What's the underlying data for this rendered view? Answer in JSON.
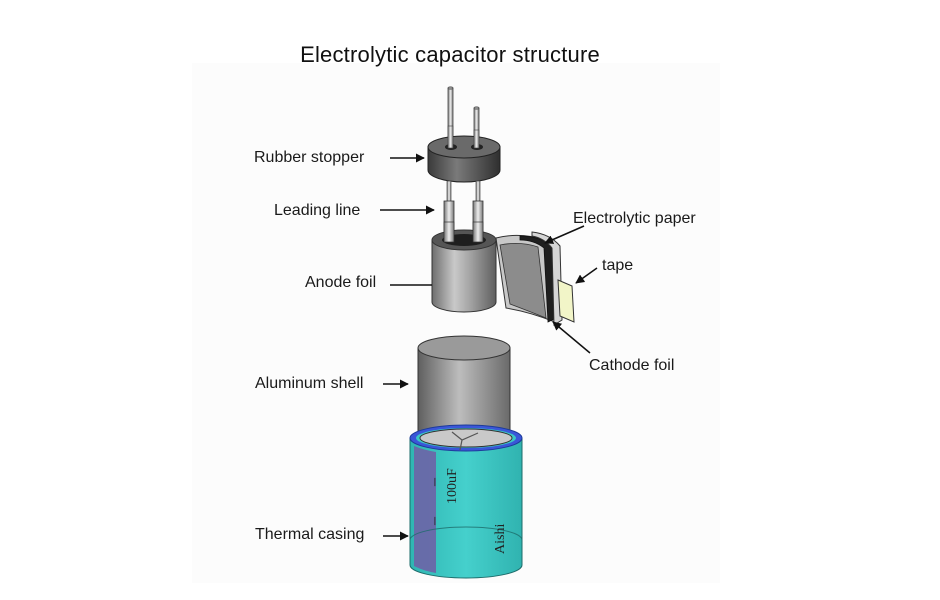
{
  "title": "Electrolytic capacitor structure",
  "labels": {
    "rubber_stopper": "Rubber stopper",
    "leading_line": "Leading line",
    "anode_foil": "Anode foil",
    "electrolytic_paper": "Electrolytic paper",
    "tape": "tape",
    "cathode_foil": "Cathode foil",
    "aluminum_shell": "Aluminum shell",
    "thermal_casing": "Thermal casing"
  },
  "casing_print": {
    "capacitance": "100uF",
    "brand": "Aishi",
    "polarity_marks": [
      "–",
      "–"
    ]
  },
  "colors": {
    "casing": "#3cc7c4",
    "polarity_stripe": "#6a67a8",
    "seal_ring": "#3a56d8",
    "tape": "#f2f5c8",
    "metal": "#8a8a8a"
  }
}
